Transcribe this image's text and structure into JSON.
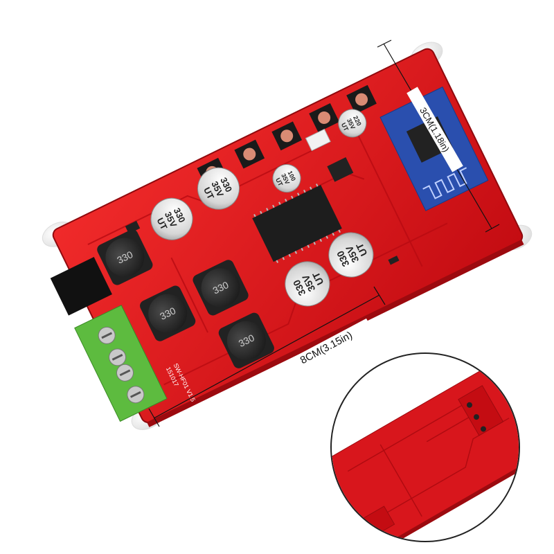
{
  "dimensions": {
    "length": "8CM(3.15in)",
    "width": "3CM(1.18in)"
  },
  "board": {
    "silkscreen": {
      "model": "SW-HF01 V1.5",
      "date": "151017"
    },
    "capacitors": [
      {
        "cap": "330",
        "volt": "35V",
        "series": "UT"
      },
      {
        "cap": "330",
        "volt": "35V",
        "series": "UT"
      },
      {
        "cap": "330",
        "volt": "35V",
        "series": "UT"
      },
      {
        "cap": "330",
        "volt": "35V",
        "series": "UT"
      },
      {
        "cap": "100",
        "volt": "35V",
        "series": "UT"
      },
      {
        "cap": "220",
        "volt": "35V",
        "series": "UT"
      }
    ],
    "inductors": [
      "330",
      "330",
      "330",
      "330"
    ]
  },
  "colors": {
    "board": "#e0121a",
    "terminal": "#5dbb3f",
    "bluetooth_module": "#2a4fae",
    "dimension_line": "#111111"
  }
}
